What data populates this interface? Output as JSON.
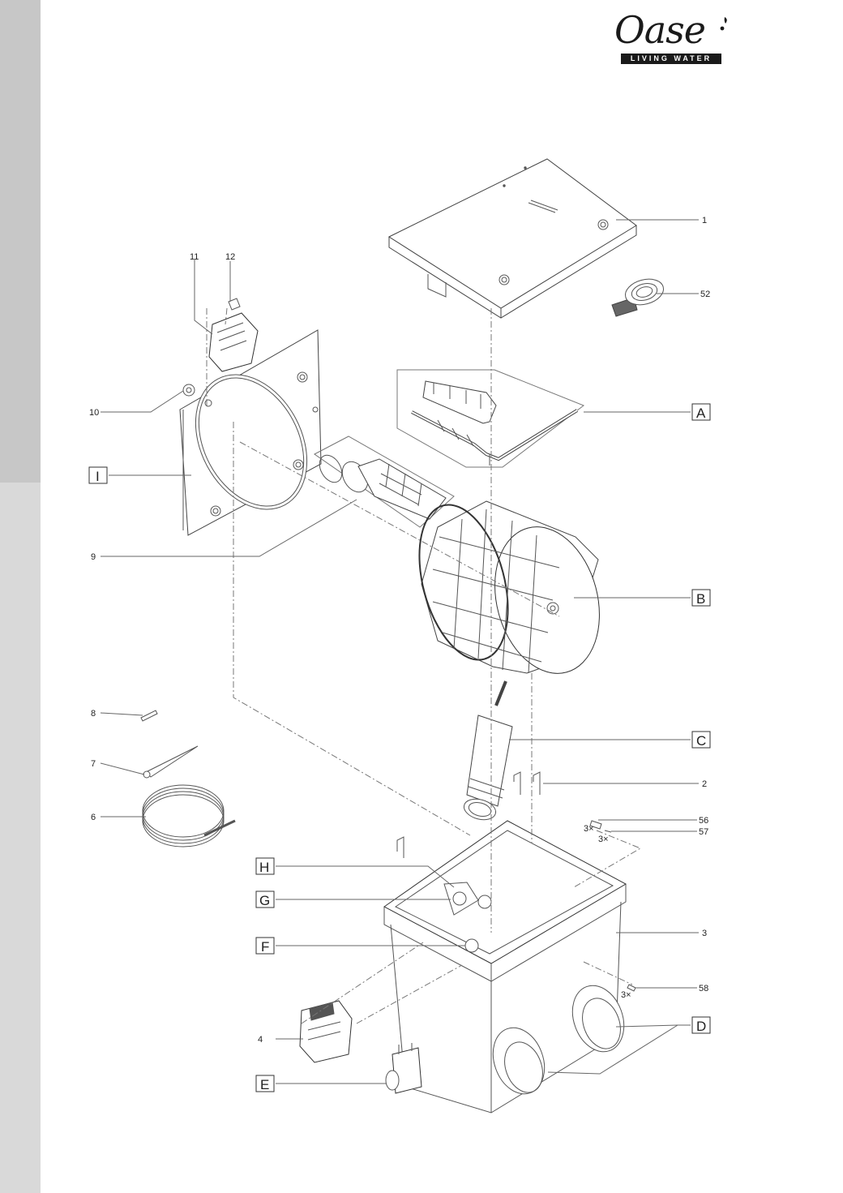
{
  "logo": {
    "brand": "Oase",
    "tagline": "LIVING WATER"
  },
  "callouts": {
    "n1": "1",
    "n52": "52",
    "n11": "11",
    "n12": "12",
    "n10": "10",
    "n9": "9",
    "n8": "8",
    "n7": "7",
    "n6": "6",
    "n2": "2",
    "n56": "56",
    "n57": "57",
    "n3": "3",
    "n58": "58",
    "n4": "4",
    "x56": "3×",
    "x57": "3×",
    "x58": "3×"
  },
  "assemblies": {
    "A": "A",
    "B": "B",
    "C": "C",
    "D": "D",
    "E": "E",
    "F": "F",
    "G": "G",
    "H": "H",
    "I": "I"
  }
}
